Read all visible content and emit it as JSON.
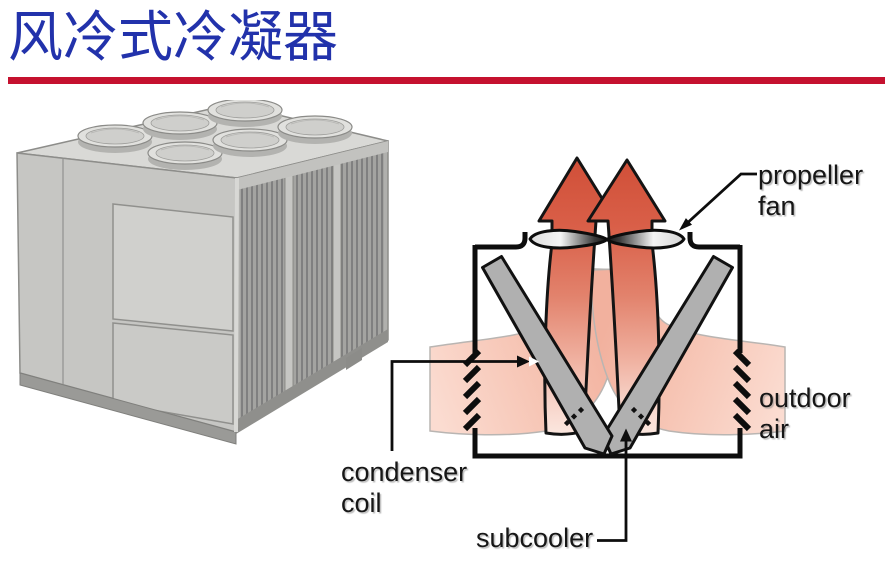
{
  "header": {
    "title": "风冷式冷凝器",
    "title_color": "#2232ab",
    "underline_color": "#c5112f"
  },
  "diagram": {
    "labels": {
      "propeller_fan": {
        "line1": "propeller",
        "line2": "fan"
      },
      "condenser_coil": {
        "line1": "condenser",
        "line2": "coil"
      },
      "outdoor_air": {
        "line1": "outdoor",
        "line2": "air"
      },
      "subcooler": {
        "line1": "subcooler"
      }
    },
    "colors": {
      "hot_air_arrow": "#d95f48",
      "hot_air_fade": "#fbe6de",
      "intake_air": "#f6c2b1",
      "coil_gray": "#b0b0b0",
      "fan_metal_dark": "#161616",
      "outline": "#0d0d0d"
    }
  }
}
